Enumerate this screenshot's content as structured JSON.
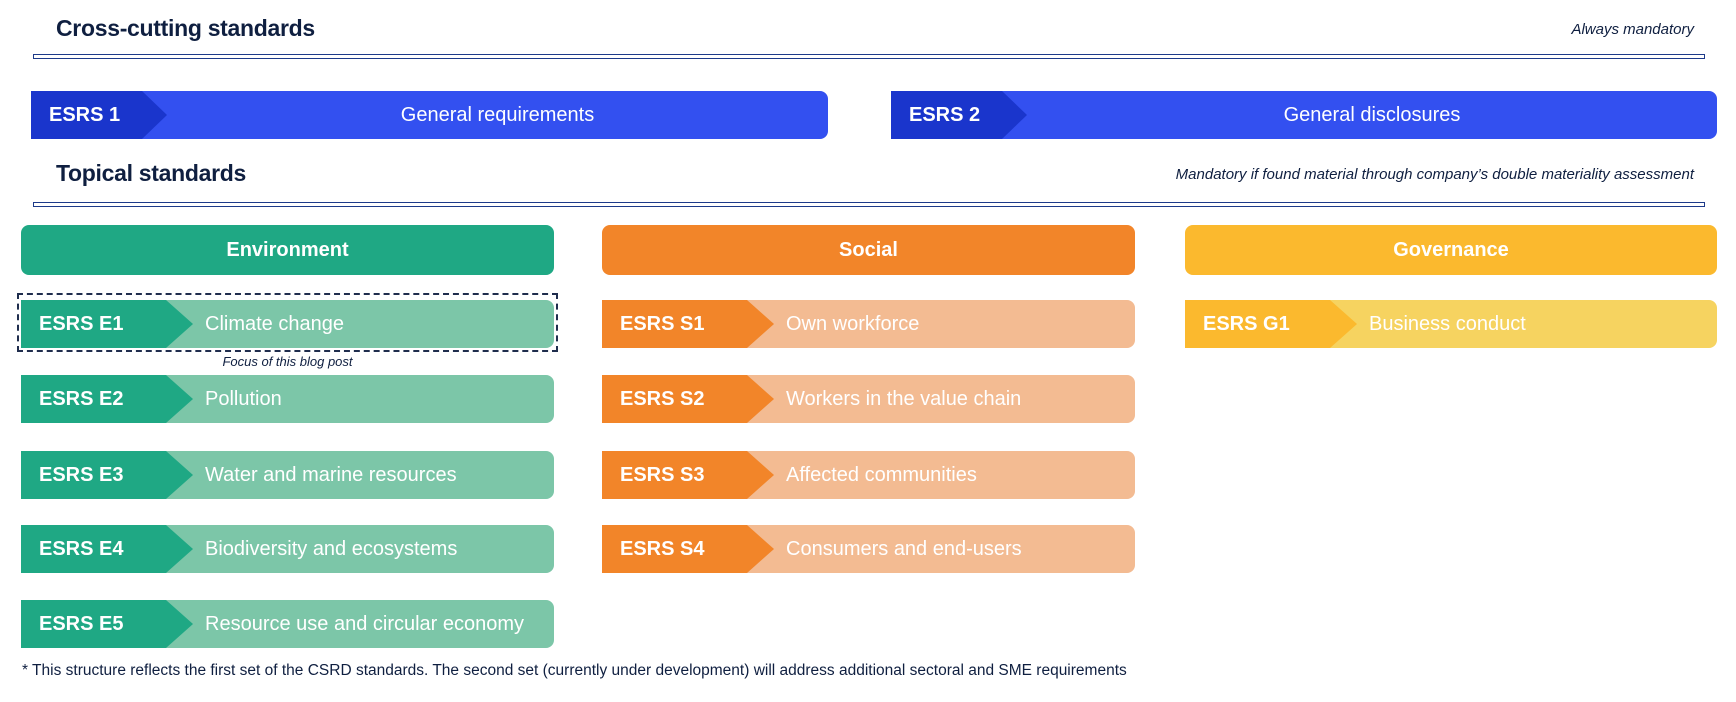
{
  "cross_cutting": {
    "title": "Cross-cutting standards",
    "note": "Always mandatory",
    "items": [
      {
        "code": "ESRS 1",
        "label": "General requirements"
      },
      {
        "code": "ESRS 2",
        "label": "General disclosures"
      }
    ]
  },
  "topical": {
    "title": "Topical standards",
    "note": "Mandatory if found material through company’s double materiality assessment",
    "categories": [
      {
        "name": "Environment",
        "color": "#1fa884",
        "light": "#7cc6a8",
        "items": [
          {
            "code": "ESRS E1",
            "label": "Climate change"
          },
          {
            "code": "ESRS E2",
            "label": "Pollution"
          },
          {
            "code": "ESRS E3",
            "label": "Water and marine resources"
          },
          {
            "code": "ESRS E4",
            "label": "Biodiversity and ecosystems"
          },
          {
            "code": "ESRS E5",
            "label": "Resource use and circular economy"
          }
        ]
      },
      {
        "name": "Social",
        "color": "#f28529",
        "light": "#f3bb92",
        "items": [
          {
            "code": "ESRS S1",
            "label": "Own workforce"
          },
          {
            "code": "ESRS S2",
            "label": "Workers in the value chain"
          },
          {
            "code": "ESRS S3",
            "label": "Affected communities"
          },
          {
            "code": "ESRS S4",
            "label": "Consumers and end-users"
          }
        ]
      },
      {
        "name": "Governance",
        "color": "#fbb92e",
        "light": "#f6d360",
        "items": [
          {
            "code": "ESRS G1",
            "label": "Business conduct"
          }
        ]
      }
    ]
  },
  "focus_note": "Focus of this blog post",
  "footnote": "* This structure reflects the first set of the CSRD standards. The second set (currently under development) will address additional sectoral and SME requirements",
  "colors": {
    "blue": "#3350f0",
    "blue_dark": "#1a35cc",
    "navy": "#0f1f40"
  }
}
